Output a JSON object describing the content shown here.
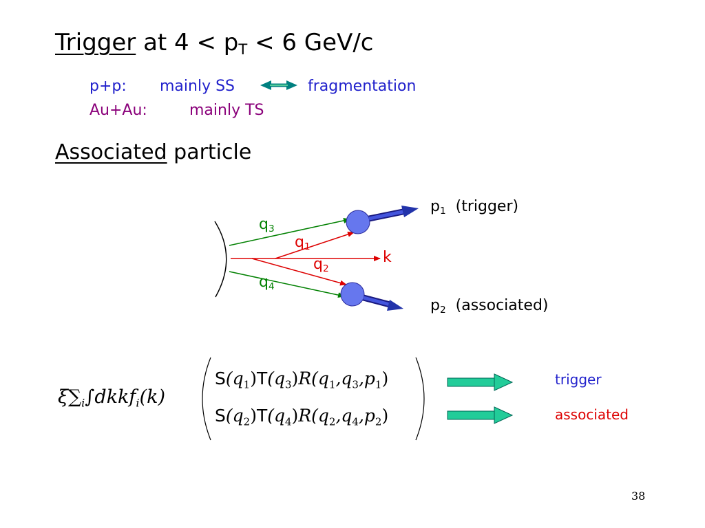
{
  "slide": {
    "title_trigger": "Trigger",
    "title_rest_a": " at 4 < p",
    "title_sub": "T",
    "title_rest_b": " < 6 GeV/c",
    "pp_label": "p+p:",
    "pp_mainly": "mainly SS",
    "pp_result": "fragmentation",
    "auau_label": "Au+Au:",
    "auau_mainly": "mainly TS",
    "heading_assoc": "Associated",
    "heading_rest": " particle",
    "page_number": "38"
  },
  "diagram": {
    "q3": "q",
    "q3_sub": "3",
    "q1": "q",
    "q1_sub": "1",
    "q2": "q",
    "q2_sub": "2",
    "q4": "q",
    "q4_sub": "4",
    "k": "k",
    "p1": "p",
    "p1_sub": "1",
    "p1_desc": "(trigger)",
    "p2": "p",
    "p2_sub": "2",
    "p2_desc": "(associated)"
  },
  "equation": {
    "prefix": "ξ∑",
    "prefix_sub": "i",
    "integral": "∫dkkf",
    "f_sub": "i",
    "f_arg": "(k)",
    "row1": [
      "S",
      "(q",
      "1",
      ")",
      "T",
      "(q",
      "3",
      ")",
      "R",
      "(q",
      "1",
      ",q",
      "3",
      ",p",
      "1",
      ")"
    ],
    "row2": [
      "S",
      "(q",
      "2",
      ")",
      "T",
      "(q",
      "4",
      ")",
      "R",
      "(q",
      "2",
      ",q",
      "4",
      ",p",
      "2",
      ")"
    ],
    "label_trigger": "trigger",
    "label_associated": "associated"
  },
  "colors": {
    "blue_text": "#2222cc",
    "purple_text": "#8a007a",
    "green": "#008000",
    "red": "#dd0000",
    "particle_blue": "#6677ee",
    "arrow_teal": "#22cc99"
  }
}
